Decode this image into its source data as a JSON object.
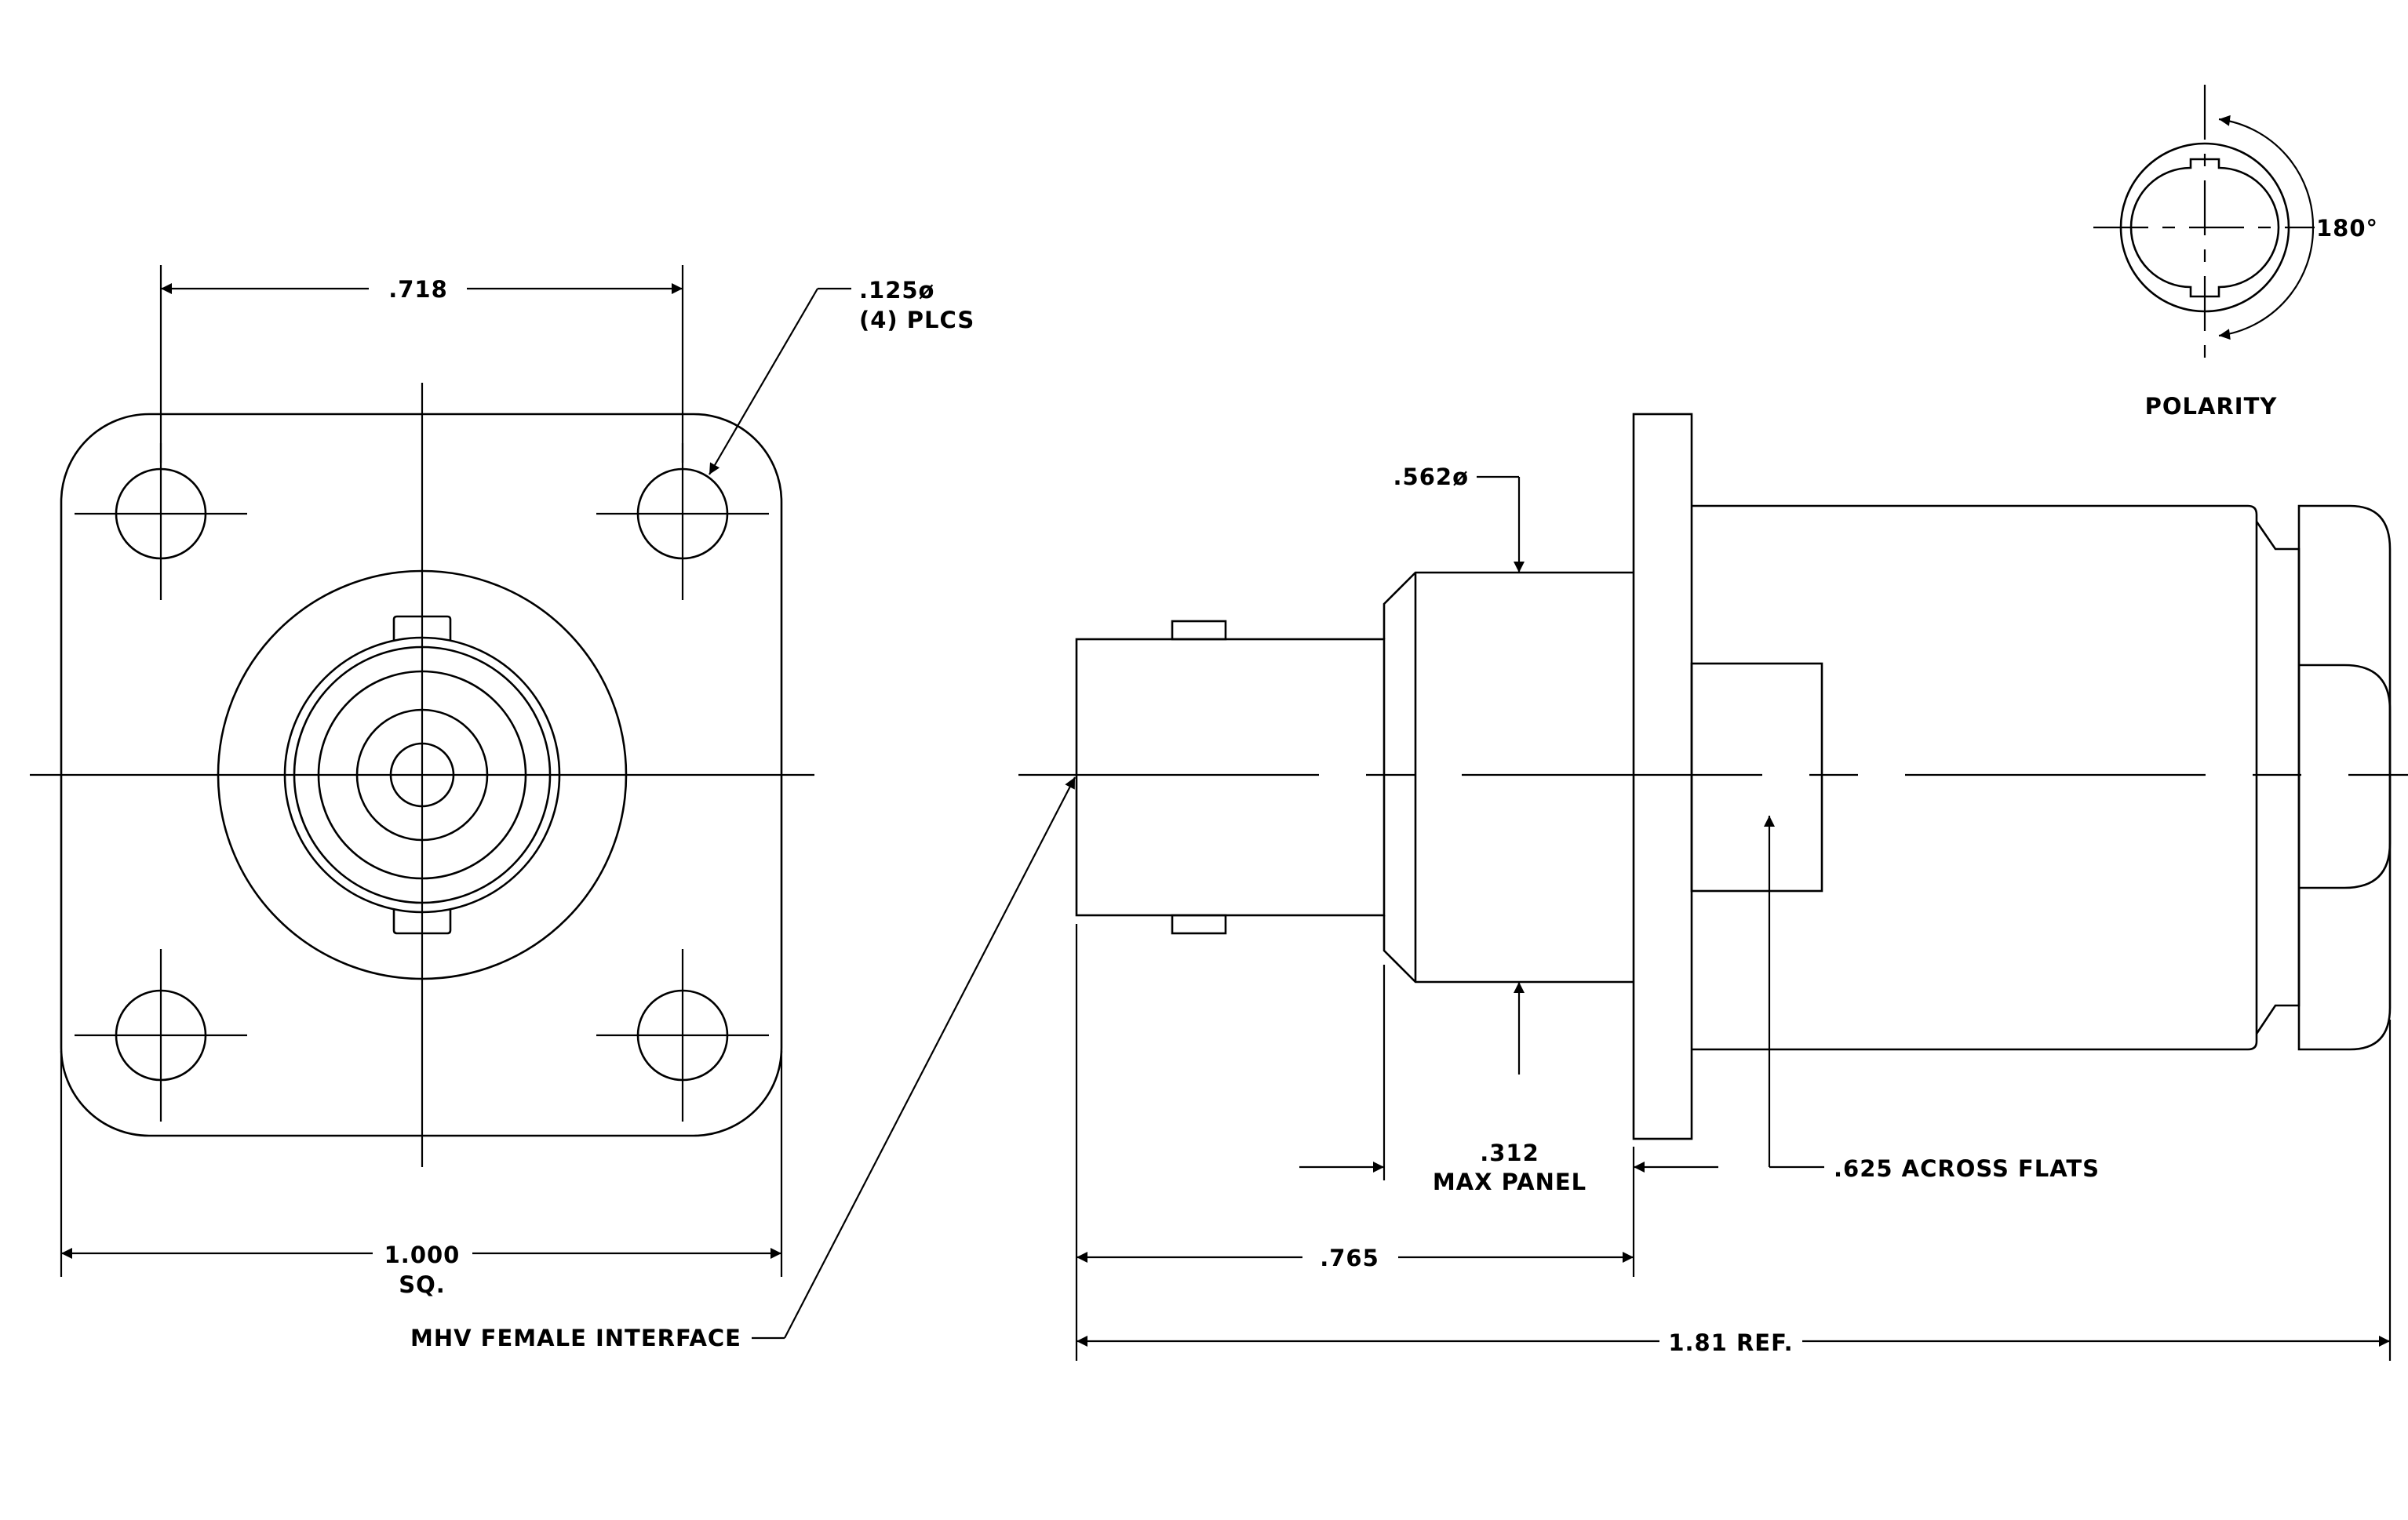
{
  "labels": {
    "dim_718": ".718",
    "hole_dia": ".125ø",
    "hole_qty": "(4)  PLCS",
    "dim_1000": "1.000",
    "dim_1000_sq": "SQ.",
    "interface": "MHV FEMALE INTERFACE",
    "dim_562": ".562ø",
    "dim_312": ".312",
    "max_panel": "MAX PANEL",
    "across_flats": ".625 ACROSS FLATS",
    "dim_765": ".765",
    "dim_181": "1.81  REF.",
    "angle_180": "180°",
    "polarity": "POLARITY"
  }
}
